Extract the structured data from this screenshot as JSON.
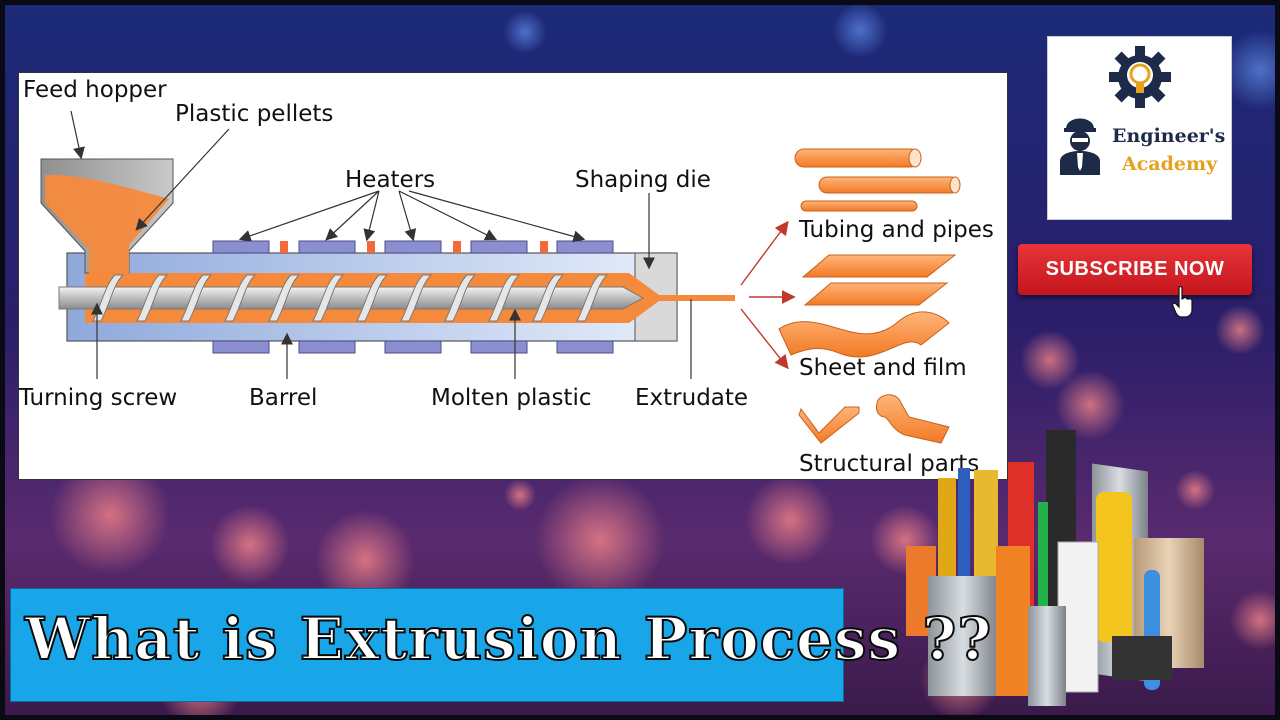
{
  "diagram": {
    "labels": {
      "feed_hopper": "Feed hopper",
      "plastic_pellets": "Plastic pellets",
      "heaters": "Heaters",
      "shaping_die": "Shaping die",
      "turning_screw": "Turning screw",
      "barrel": "Barrel",
      "molten_plastic": "Molten plastic",
      "extrudate": "Extrudate",
      "tubing_and_pipes": "Tubing and pipes",
      "sheet_and_film": "Sheet and film",
      "structural_parts": "Structural parts"
    }
  },
  "logo": {
    "line1": "Engineer's",
    "line2": "Academy"
  },
  "subscribe": {
    "label": "SUBSCRIBE NOW"
  },
  "title": {
    "text": "What is Extrusion Process ??"
  },
  "colors": {
    "plastic_orange": "#f58a3c",
    "barrel_blue": "#aec4ea",
    "heater_purple": "#7c7fbf",
    "title_bar": "#18a6e8",
    "subscribe_red": "#d6202a",
    "logo_gold": "#e6a21f",
    "logo_navy": "#1e2b48"
  },
  "icons": [
    "gear-lightbulb-icon",
    "engineer-avatar-icon",
    "hand-cursor-icon"
  ]
}
